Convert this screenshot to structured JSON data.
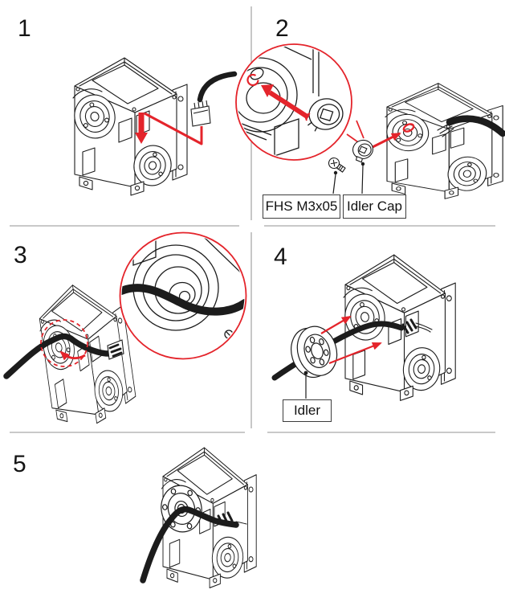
{
  "document": {
    "kind": "assembly-instruction-sheet",
    "background": "#ffffff"
  },
  "palette": {
    "line_black": "#1c1c1c",
    "highlight_red": "#e4242b",
    "divider_gray": "#a9a9a9",
    "label_border": "#3d3d3d",
    "text": "#141414"
  },
  "steps": [
    {
      "number": "1"
    },
    {
      "number": "2"
    },
    {
      "number": "3"
    },
    {
      "number": "4"
    },
    {
      "number": "5"
    }
  ],
  "callout_labels": {
    "screw": "FHS M3x05",
    "idler_cap": "Idler Cap",
    "idler": "Idler"
  }
}
